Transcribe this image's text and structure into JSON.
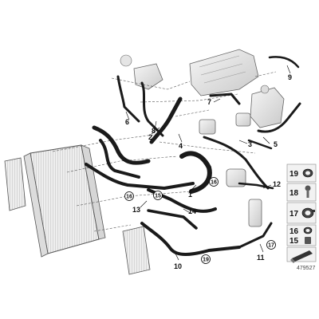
{
  "diagram": {
    "callouts": [
      {
        "id": "c1",
        "label": "1",
        "circled": false
      },
      {
        "id": "c2",
        "label": "2",
        "circled": false
      },
      {
        "id": "c3",
        "label": "3",
        "circled": false
      },
      {
        "id": "c4",
        "label": "4",
        "circled": false
      },
      {
        "id": "c5",
        "label": "5",
        "circled": false
      },
      {
        "id": "c6",
        "label": "6",
        "circled": false
      },
      {
        "id": "c7",
        "label": "7",
        "circled": false
      },
      {
        "id": "c8",
        "label": "8",
        "circled": false
      },
      {
        "id": "c9",
        "label": "9",
        "circled": false
      },
      {
        "id": "c10",
        "label": "10",
        "circled": false
      },
      {
        "id": "c11",
        "label": "11",
        "circled": false
      },
      {
        "id": "c12",
        "label": "12",
        "circled": false
      },
      {
        "id": "c13",
        "label": "13",
        "circled": false
      },
      {
        "id": "c14",
        "label": "14",
        "circled": false
      },
      {
        "id": "c15",
        "label": "15",
        "circled": true
      },
      {
        "id": "c16a",
        "label": "16",
        "circled": true
      },
      {
        "id": "c16b",
        "label": "16",
        "circled": true
      },
      {
        "id": "c17",
        "label": "17",
        "circled": true
      },
      {
        "id": "c19",
        "label": "19",
        "circled": true
      }
    ],
    "legend": [
      {
        "label": "19",
        "icon": "hose-clamp-icon"
      },
      {
        "label": "18",
        "icon": "clip-icon"
      },
      {
        "label": "17",
        "icon": "hose-clamp-icon"
      },
      {
        "label": "16",
        "icon": "hose-clamp-icon"
      },
      {
        "label": "15",
        "icon": "clip-icon"
      },
      {
        "label": "",
        "icon": "foam-strip-icon"
      }
    ],
    "diagram_id": "479527",
    "colors": {
      "line": "#000000",
      "part_fill": "#e6e6e6",
      "hose": "#1a1a1a",
      "legend_bg": "#f2f2f2"
    }
  }
}
